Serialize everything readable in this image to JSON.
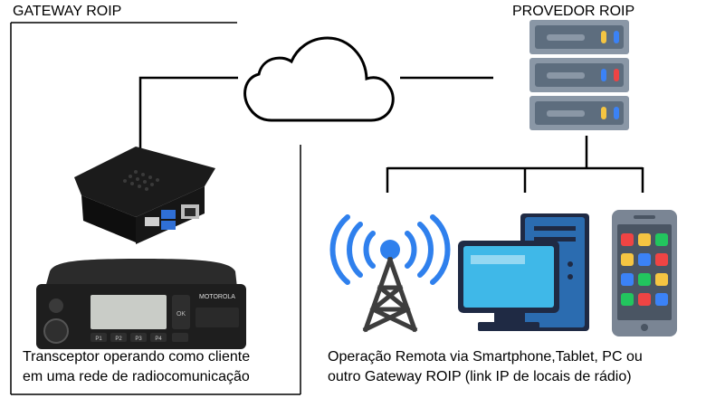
{
  "gateway": {
    "title": "GATEWAY ROIP",
    "caption_line1": "Transceptor operando como cliente",
    "caption_line2": "em uma rede de radiocomunicação"
  },
  "provider": {
    "title": "PROVEDOR ROIP"
  },
  "remote": {
    "caption_line1": "Operação Remota via Smartphone,Tablet, PC ou",
    "caption_line2": "outro Gateway ROIP (link IP de locais de rádio)"
  },
  "radio": {
    "brand": "MOTOROLA",
    "keys": [
      "P1",
      "P2",
      "P3",
      "P4"
    ],
    "side_key": "OK"
  },
  "colors": {
    "line": "#000000",
    "server_body": "#7f8c9a",
    "server_face": "#5d6d7e",
    "led_yellow": "#f5c542",
    "led_blue": "#3b82f6",
    "led_red": "#ef4444",
    "tower_blue": "#2f80ed",
    "monitor_blue": "#2b6cb0",
    "screen_cyan": "#3fb8e8",
    "phone_body": "#7a8594"
  },
  "icons": [
    "cloud-icon",
    "server-rack-icon",
    "raspberry-pi-case-icon",
    "mobile-radio-icon",
    "radio-tower-icon",
    "desktop-pc-icon",
    "smartphone-icon"
  ]
}
